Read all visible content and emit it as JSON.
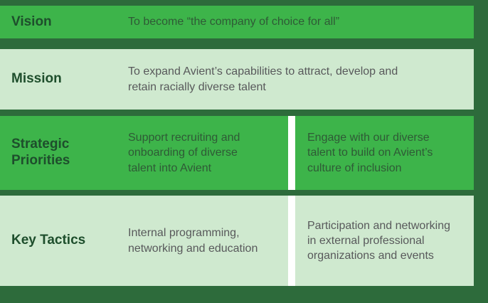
{
  "palette": {
    "page_background": "#2d6b3b",
    "bright_row_background": "#3db44a",
    "light_row_background": "#cfe9cf",
    "label_text": "#1e4e2c",
    "bright_row_text": "#2f5a36",
    "light_row_text": "#58595b",
    "column_divider": "#ffffff"
  },
  "rows": [
    {
      "label": "Vision",
      "cells": [
        "To become “the company of choice for all”"
      ]
    },
    {
      "label": "Mission",
      "cells": [
        "To expand Avient’s capabilities to attract, develop and retain racially diverse talent"
      ]
    },
    {
      "label": "Strategic Priorities",
      "cells": [
        "Support recruiting and onboarding of diverse talent into Avient",
        "Engage with our diverse talent to build on Avient’s culture of inclusion"
      ]
    },
    {
      "label": "Key Tactics",
      "cells": [
        "Internal programming, networking and education",
        "Participation and networking in external professional organizations and events"
      ]
    }
  ]
}
